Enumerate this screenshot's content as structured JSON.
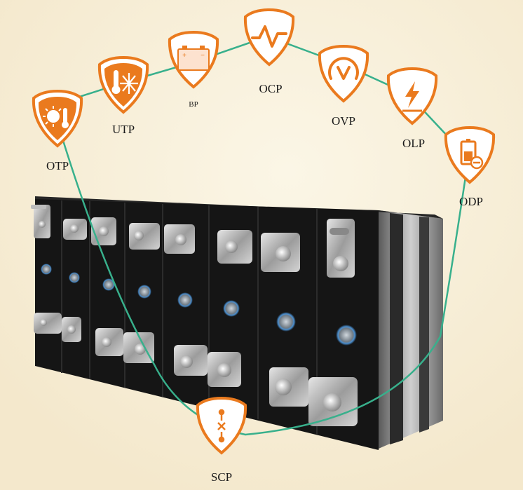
{
  "colors": {
    "background": "#f8f0dc",
    "shield_orange": "#ea7a1e",
    "connector_green": "#38b08c",
    "cell_black": "#141414"
  },
  "protections": [
    {
      "label": "OTP",
      "icon": "sun-thermometer-icon"
    },
    {
      "label": "UTP",
      "icon": "thermometer-snowflake-icon"
    },
    {
      "label": "BP",
      "icon": "battery-icon"
    },
    {
      "label": "OCP",
      "icon": "current-wave-icon"
    },
    {
      "label": "OVP",
      "icon": "voltage-gauge-icon"
    },
    {
      "label": "OLP",
      "icon": "lightning-icon"
    },
    {
      "label": "ODP",
      "icon": "battery-minus-icon"
    },
    {
      "label": "SCP",
      "icon": "short-circuit-icon"
    }
  ]
}
